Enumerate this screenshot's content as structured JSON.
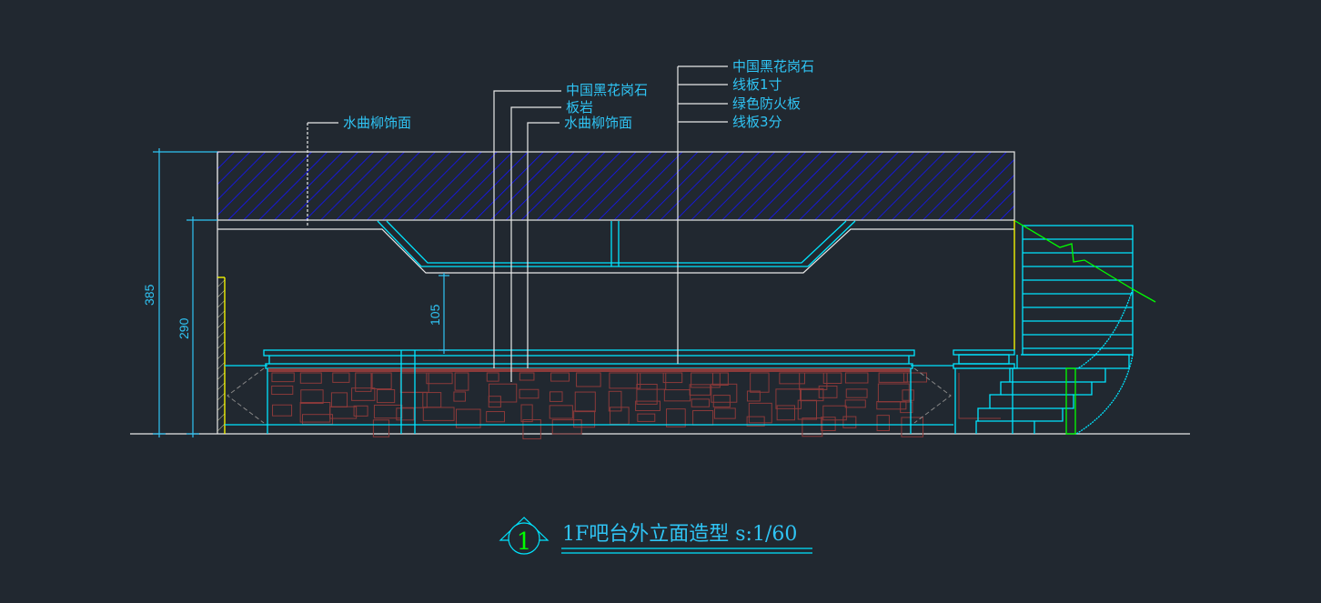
{
  "drawing": {
    "title": "1F吧台外立面造型 s:1/60",
    "section_number": "1",
    "colors": {
      "background": "#212830",
      "text": "#2fc4f4",
      "line": "#00e5ff",
      "hatch": "#1010ff",
      "stone": "#8b3a3a",
      "wall": "#ffff00",
      "slope": "#00ff00"
    },
    "dimensions": {
      "overall_height": "385",
      "ceiling_height": "290",
      "gap": "105"
    },
    "callouts_left": [
      "水曲柳饰面"
    ],
    "callouts_middle": [
      "中国黑花岗石",
      "板岩",
      "水曲柳饰面"
    ],
    "callouts_right": [
      "中国黑花岗石",
      "线板1寸",
      "绿色防火板",
      "线板3分"
    ]
  }
}
